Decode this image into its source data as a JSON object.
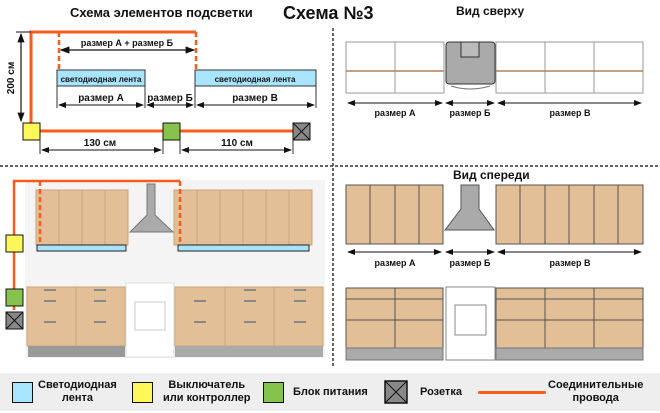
{
  "header": {
    "scheme_title": "Схема элементов подсветки",
    "main_title": "Схема №3",
    "top_view_title": "Вид сверху",
    "front_view_title": "Вид спереди"
  },
  "scheme": {
    "sum_label": "размер А + размер Б",
    "led_label": "светодиодная лента",
    "size_a": "размер А",
    "size_b": "размер Б",
    "size_v": "размер В",
    "height_label": "200 см",
    "dist1": "130 см",
    "dist2": "110 см"
  },
  "views": {
    "size_a": "размер А",
    "size_b": "размер Б",
    "size_v": "размер В"
  },
  "legend": {
    "items": [
      {
        "label_1": "Светодиодная",
        "label_2": "лента",
        "icon": "led-strip-icon",
        "color": "#a8e4fb"
      },
      {
        "label_1": "Выключатель",
        "label_2": "или контроллер",
        "icon": "switch-icon",
        "color": "#fdf75a"
      },
      {
        "label_1": "Блок питания",
        "icon": "power-supply-icon",
        "color": "#86c34e"
      },
      {
        "label_1": "Розетка",
        "icon": "socket-icon",
        "color": "#888888"
      },
      {
        "label_1": "Соединительные",
        "label_2": "провода",
        "icon": "wire-icon",
        "color": "#f85c1c"
      }
    ]
  },
  "colors": {
    "wire": "#f85c1c",
    "led": "#a8e4fb",
    "switch": "#fdf75a",
    "power": "#86c34e",
    "wood": "#e2bf96"
  }
}
